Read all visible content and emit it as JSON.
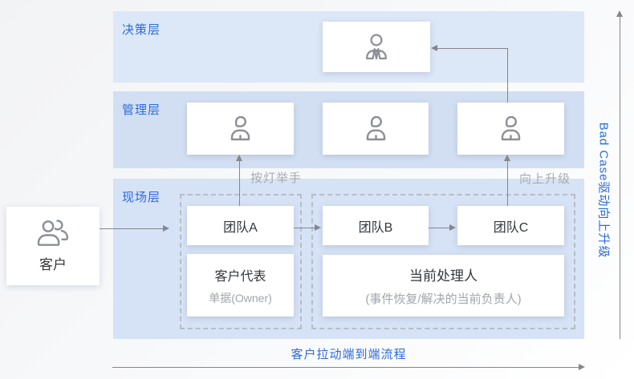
{
  "layers": {
    "decision": {
      "label": "决策层"
    },
    "management": {
      "label": "管理层"
    },
    "field": {
      "label": "现场层"
    }
  },
  "customer": {
    "label": "客户",
    "icon": "customer-group-icon"
  },
  "teams": [
    {
      "label": "团队A"
    },
    {
      "label": "团队B"
    },
    {
      "label": "团队C"
    }
  ],
  "roles": {
    "rep": {
      "title": "客户代表",
      "subtitle": "单据(Owner)"
    },
    "handler": {
      "title": "当前处理人",
      "subtitle": "(事件恢复/解决的当前负责人)"
    }
  },
  "annotations": {
    "andon": "按灯举手",
    "escalate": "向上升级",
    "right_axis": "Bad Case驱动向上升级",
    "bottom_axis": "客户拉动端到端流程"
  },
  "icons": {
    "manager": "person-icon",
    "decision": "person-tie-icon",
    "customer": "customer-group-icon"
  },
  "colors": {
    "accent_blue": "#2a6ae3",
    "band_decision": "#dce7f7",
    "band_management": "#d2dff3",
    "band_field": "#d6e2f5",
    "arrow_gray": "#83868c",
    "muted_gray": "#a8abb1",
    "text_dark": "#33363b",
    "icon_gray": "#8b8e95",
    "dashed_border": "#b7bdc6"
  }
}
